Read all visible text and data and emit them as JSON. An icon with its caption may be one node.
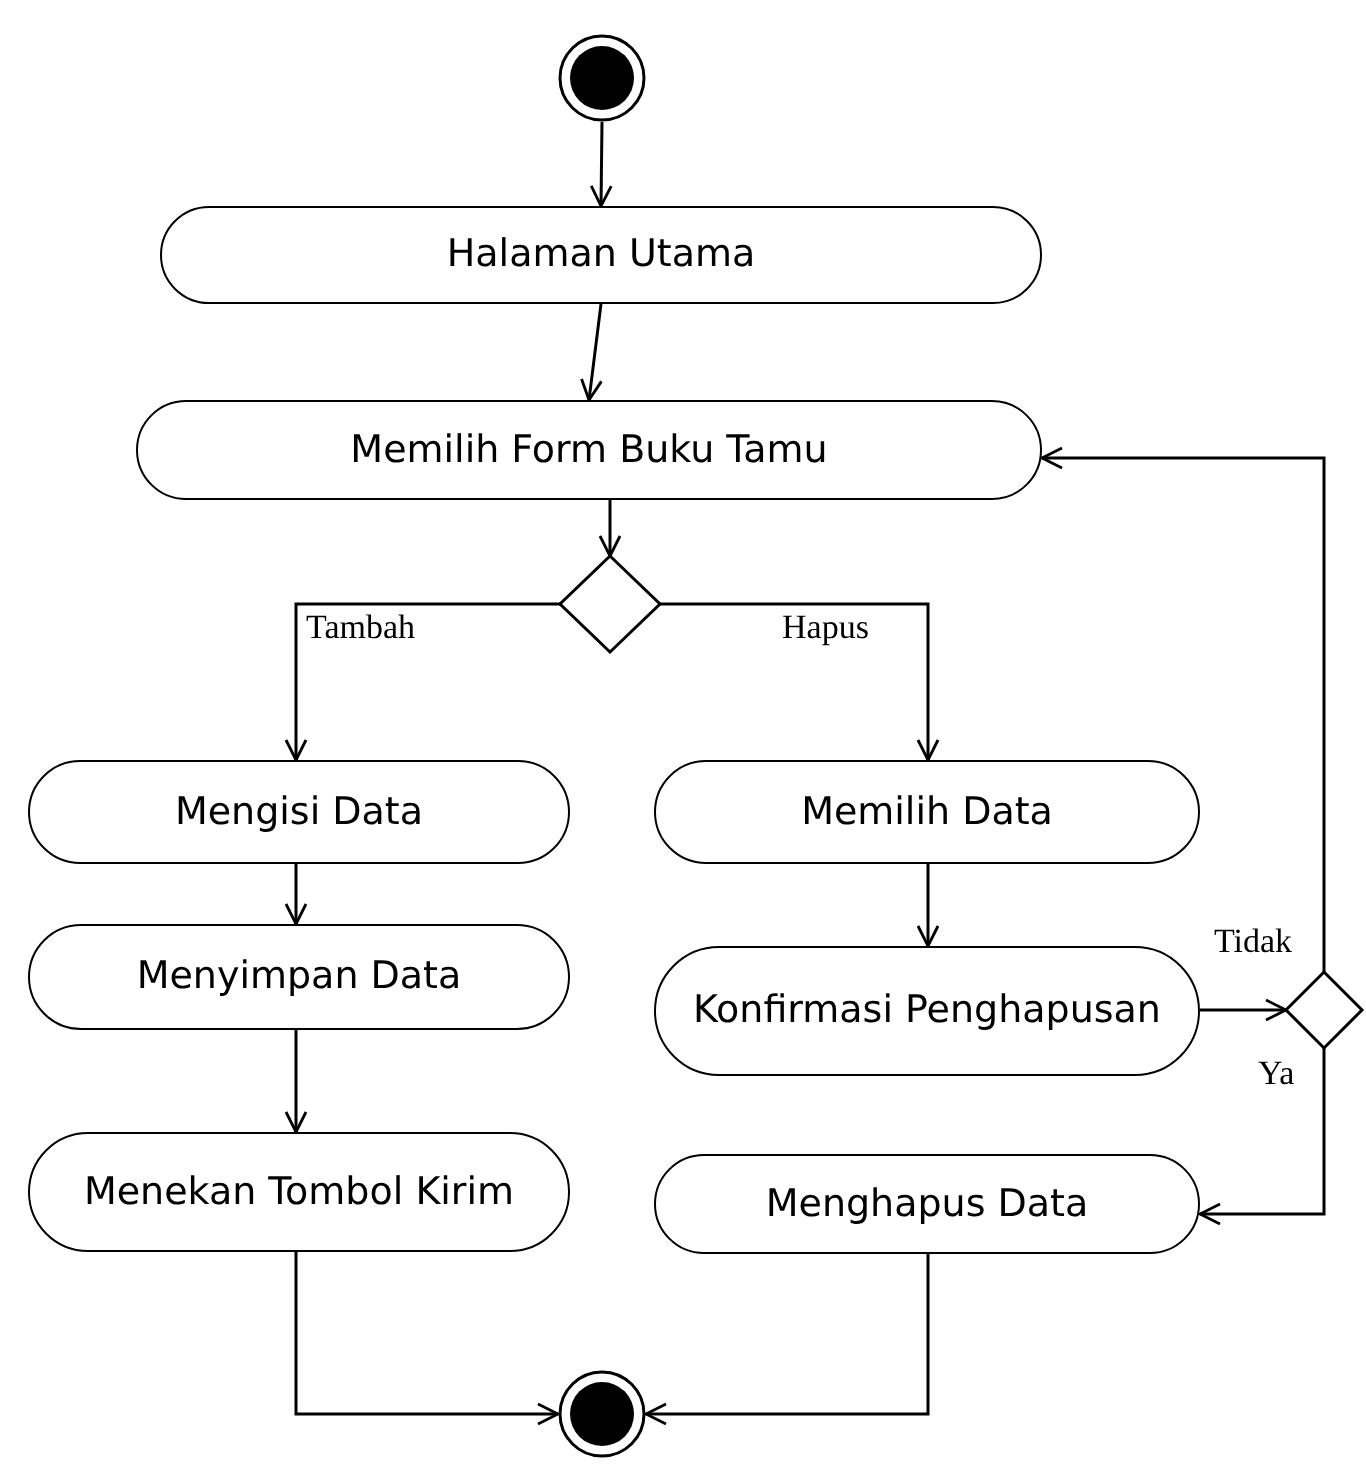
{
  "diagram": {
    "nodes": [
      {
        "text": [],
        "shape": "circle"
      },
      {
        "text": [
          "Halaman Utama"
        ]
      },
      {
        "text": [
          "Memilih Form Buku Tamu"
        ]
      },
      {
        "text": [],
        "shape": "diamond"
      },
      {
        "text": [
          "Mengisi Data"
        ]
      },
      {
        "text": [
          "Memilih Data"
        ]
      },
      {
        "text": [
          "Menyimpan Data"
        ]
      },
      {
        "text": [
          "Konfirmasi Penghapusan"
        ]
      },
      {
        "text": [
          "Menekan Tombol Kirim"
        ]
      },
      {
        "text": [
          "Menghapus Data"
        ]
      },
      {
        "text": [],
        "shape": "diamond"
      },
      {
        "text": [],
        "shape": "circle"
      }
    ],
    "edges": [
      {
        "from": 0,
        "to": 1,
        "arrow": "to"
      },
      {
        "from": 1,
        "to": 2,
        "arrow": "to"
      },
      {
        "from": 2,
        "to": 3,
        "arrow": "to"
      },
      {
        "from": 3,
        "to": 4,
        "arrow": "to",
        "label": "Tambah"
      },
      {
        "from": 3,
        "to": 5,
        "arrow": "to",
        "label": "Hapus"
      },
      {
        "from": 4,
        "to": 6,
        "arrow": "to"
      },
      {
        "from": 6,
        "to": 8,
        "arrow": "to"
      },
      {
        "from": 5,
        "to": 7,
        "arrow": "to"
      },
      {
        "from": 7,
        "to": 10,
        "arrow": "to"
      },
      {
        "from": 10,
        "to": 2,
        "arrow": "to",
        "label": "Tidak"
      },
      {
        "from": 10,
        "to": 9,
        "arrow": "to",
        "label": "Ya"
      },
      {
        "from": 8,
        "to": 11,
        "arrow": "to"
      },
      {
        "from": 9,
        "to": 11,
        "arrow": "to"
      }
    ]
  }
}
